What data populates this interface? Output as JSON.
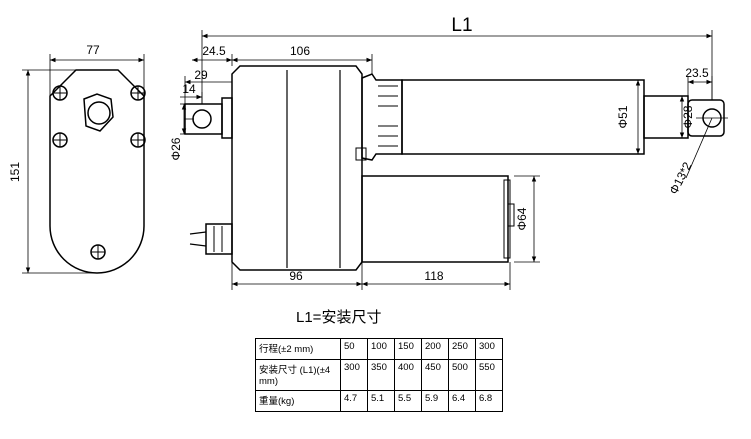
{
  "dimensions": {
    "overall_length": "L1",
    "housing_width": "77",
    "housing_height": "151",
    "rear_offset": "24.5",
    "motor_body_length": "106",
    "rear_clevis_offset": "29",
    "rear_clevis_hole": "14",
    "rear_clevis_diameter": "Φ26",
    "rod_end_offset": "23.5",
    "tube_diameter": "Φ51",
    "rod_diameter": "Φ28",
    "mount_hole": "Φ13*2",
    "motor_diameter": "Φ64",
    "gearbox_length": "96",
    "motor_length": "118"
  },
  "legend": "L1=安装尺寸",
  "table": {
    "rows": [
      {
        "label": "行程(±2 mm)",
        "values": [
          "50",
          "100",
          "150",
          "200",
          "250",
          "300"
        ]
      },
      {
        "label": "安装尺寸 (L1)(±4 mm)",
        "values": [
          "300",
          "350",
          "400",
          "450",
          "500",
          "550"
        ]
      },
      {
        "label": "重量(kg)",
        "values": [
          "4.7",
          "5.1",
          "5.5",
          "5.9",
          "6.4",
          "6.8"
        ]
      }
    ]
  }
}
